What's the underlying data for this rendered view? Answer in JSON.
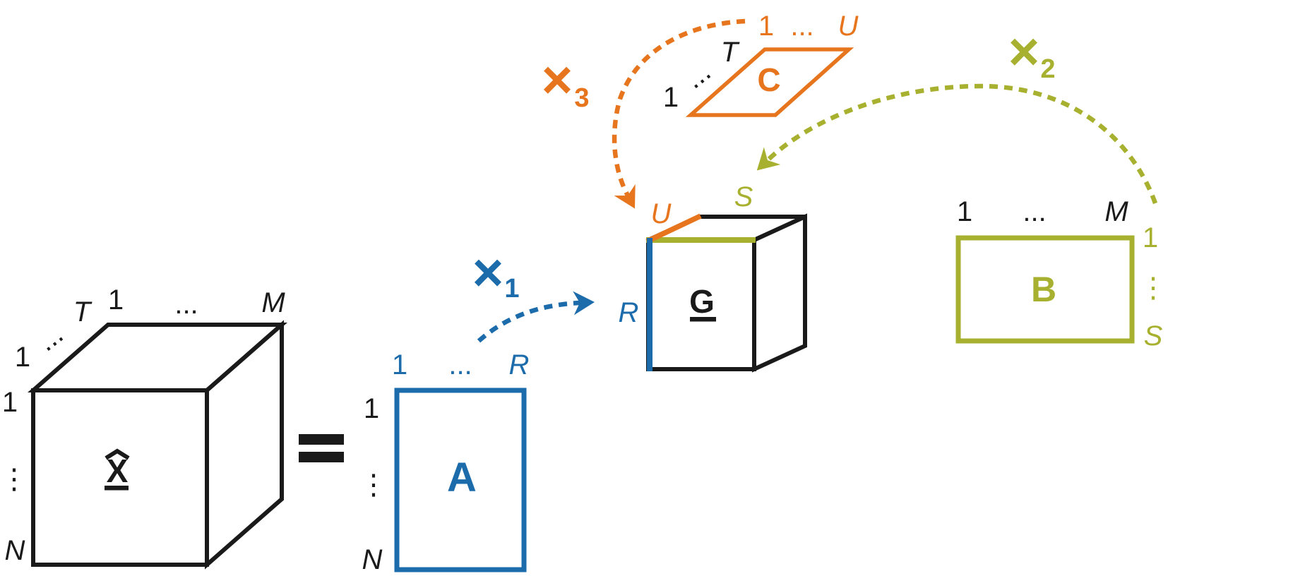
{
  "colors": {
    "ink": "#1a1a1a",
    "blue": "#1c6cac",
    "orange": "#e6751e",
    "olive": "#a8b12f",
    "bg": "#ffffff"
  },
  "equals": {
    "symbol": "="
  },
  "tensor_x": {
    "label": "X",
    "axis_top": {
      "first": "1",
      "dots": "...",
      "last": "M"
    },
    "axis_depth": {
      "first": "1",
      "dots": "...",
      "last": "T"
    },
    "axis_left": {
      "first": "1",
      "dots": "⋮",
      "last": "N"
    }
  },
  "matrix_a": {
    "label": "A",
    "axis_top": {
      "first": "1",
      "dots": "...",
      "last": "R"
    },
    "axis_left": {
      "first": "1",
      "dots": "⋮",
      "last": "N"
    }
  },
  "core_g": {
    "label": "G",
    "dim_left": "R",
    "dim_depth": "U",
    "dim_top": "S"
  },
  "matrix_c": {
    "label": "C",
    "axis_top": {
      "first": "1",
      "dots": "...",
      "last": "U"
    },
    "axis_depth": {
      "first": "1",
      "dots": "...",
      "last": "T"
    }
  },
  "matrix_b": {
    "label": "B",
    "axis_top": {
      "first": "1",
      "dots": "...",
      "last": "M"
    },
    "axis_right": {
      "first": "1",
      "dots": "⋮",
      "last": "S"
    }
  },
  "operators": {
    "mode1": {
      "symbol": "×",
      "sub": "1"
    },
    "mode2": {
      "symbol": "×",
      "sub": "2"
    },
    "mode3": {
      "symbol": "×",
      "sub": "3"
    }
  }
}
